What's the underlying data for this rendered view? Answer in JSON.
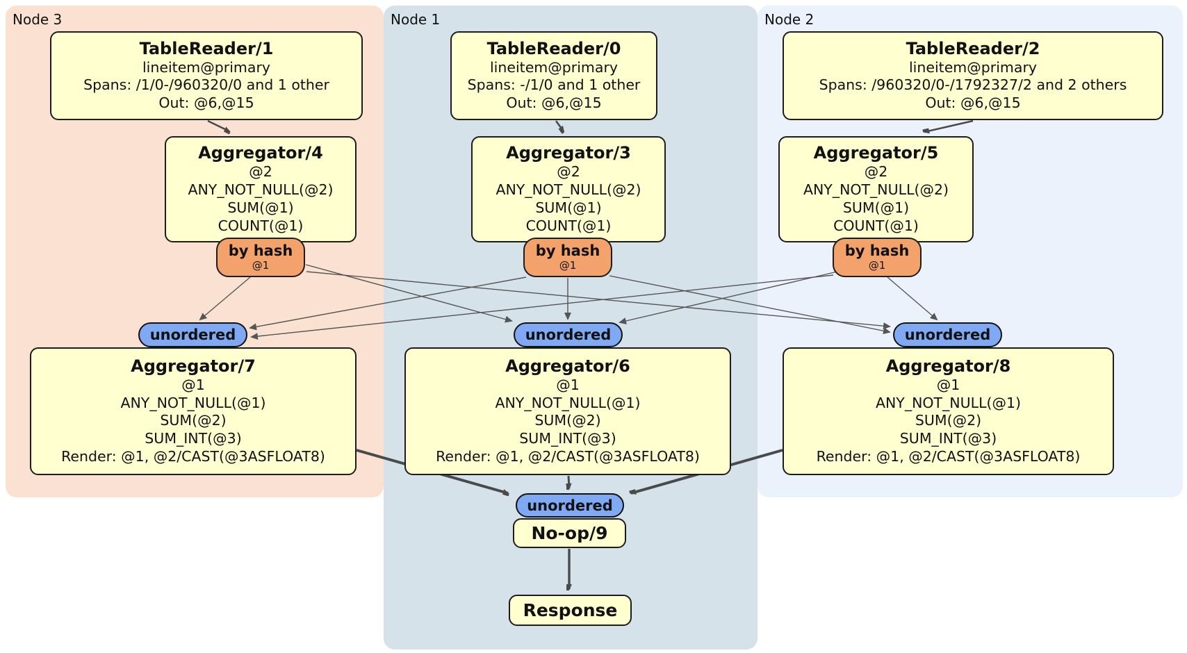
{
  "colors": {
    "node3_bg": "#fbe1d2",
    "node1_bg": "#d6e2ea",
    "node2_bg": "#ecf2fb",
    "proc_bg": "#ffffd0",
    "router_bg": "#f3a26b",
    "sync_bg": "#80a9f4",
    "edge_thin": "#555555",
    "edge_thick": "#4a4a4a"
  },
  "regions": {
    "node3": {
      "label": "Node 3"
    },
    "node1": {
      "label": "Node 1"
    },
    "node2": {
      "label": "Node 2"
    }
  },
  "processors": {
    "tr1": {
      "title": "TableReader/1",
      "lines": [
        "lineitem@primary",
        "Spans: /1/0-/960320/0 and 1 other",
        "Out: @6,@15"
      ]
    },
    "tr0": {
      "title": "TableReader/0",
      "lines": [
        "lineitem@primary",
        "Spans: -/1/0 and 1 other",
        "Out: @6,@15"
      ]
    },
    "tr2": {
      "title": "TableReader/2",
      "lines": [
        "lineitem@primary",
        "Spans: /960320/0-/1792327/2 and 2 others",
        "Out: @6,@15"
      ]
    },
    "agg4": {
      "title": "Aggregator/4",
      "lines": [
        "@2",
        "ANY_NOT_NULL(@2)",
        "SUM(@1)",
        "COUNT(@1)"
      ]
    },
    "agg3": {
      "title": "Aggregator/3",
      "lines": [
        "@2",
        "ANY_NOT_NULL(@2)",
        "SUM(@1)",
        "COUNT(@1)"
      ]
    },
    "agg5": {
      "title": "Aggregator/5",
      "lines": [
        "@2",
        "ANY_NOT_NULL(@2)",
        "SUM(@1)",
        "COUNT(@1)"
      ]
    },
    "agg7": {
      "title": "Aggregator/7",
      "lines": [
        "@1",
        "ANY_NOT_NULL(@1)",
        "SUM(@2)",
        "SUM_INT(@3)",
        "Render: @1, @2/CAST(@3ASFLOAT8)"
      ]
    },
    "agg6": {
      "title": "Aggregator/6",
      "lines": [
        "@1",
        "ANY_NOT_NULL(@1)",
        "SUM(@2)",
        "SUM_INT(@3)",
        "Render: @1, @2/CAST(@3ASFLOAT8)"
      ]
    },
    "agg8": {
      "title": "Aggregator/8",
      "lines": [
        "@1",
        "ANY_NOT_NULL(@1)",
        "SUM(@2)",
        "SUM_INT(@3)",
        "Render: @1, @2/CAST(@3ASFLOAT8)"
      ]
    },
    "noop": {
      "title": "No-op/9"
    },
    "response": {
      "title": "Response"
    }
  },
  "routers": {
    "r4": {
      "label": "by hash",
      "detail": "@1"
    },
    "r3": {
      "label": "by hash",
      "detail": "@1"
    },
    "r5": {
      "label": "by hash",
      "detail": "@1"
    }
  },
  "syncs": {
    "s7": {
      "label": "unordered"
    },
    "s6": {
      "label": "unordered"
    },
    "s8": {
      "label": "unordered"
    },
    "s9": {
      "label": "unordered"
    }
  }
}
